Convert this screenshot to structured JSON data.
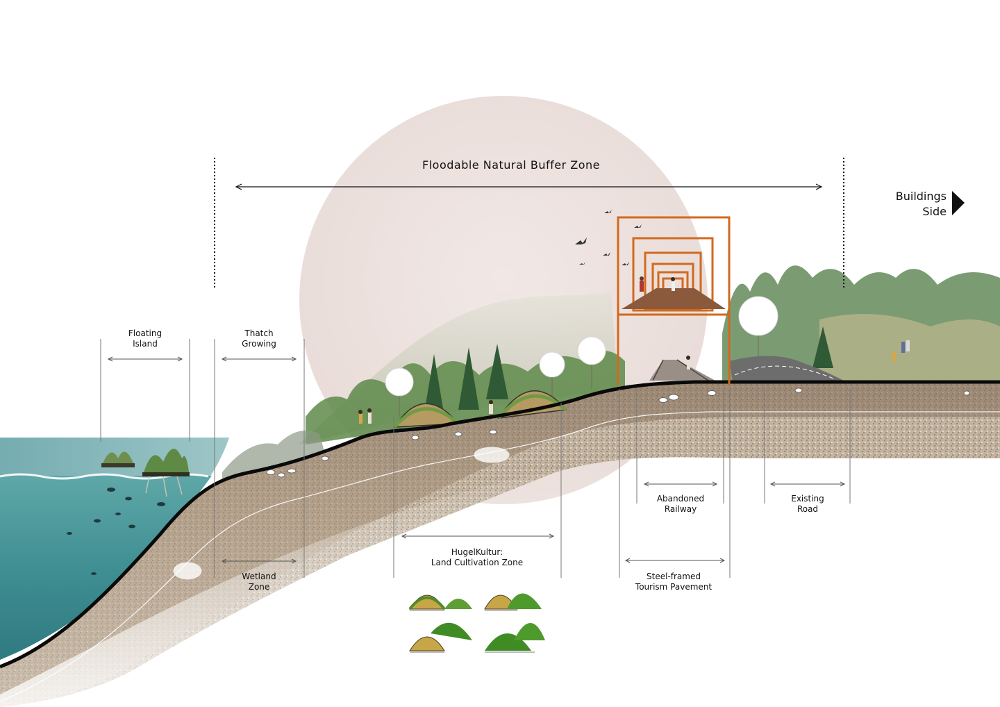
{
  "title": "Floodable Natural Buffer Zone",
  "side_label": {
    "line1": "Buildings",
    "line2": "Side"
  },
  "labels": {
    "floating_island": {
      "line1": "Floating",
      "line2": "Island"
    },
    "thatch_growing": {
      "line1": "Thatch",
      "line2": "Growing"
    },
    "wetland_zone": {
      "line1": "Wetland",
      "line2": "Zone"
    },
    "hugelkultur": {
      "line1": "HugelKultur:",
      "line2": "Land Cultivation Zone"
    },
    "abandoned_railway": {
      "line1": "Abandoned",
      "line2": "Railway"
    },
    "existing_road": {
      "line1": "Existing",
      "line2": "Road"
    },
    "steel_pavement": {
      "line1": "Steel-framed",
      "line2": "Tourism Pavement"
    }
  },
  "colors": {
    "water": "#3f8f93",
    "soil": "#b9a48a",
    "vegetation": "#5e8a4a",
    "frame": "#d2691e",
    "sun_disc": "#ece0dc",
    "ground_line": "#0a0a0a"
  }
}
